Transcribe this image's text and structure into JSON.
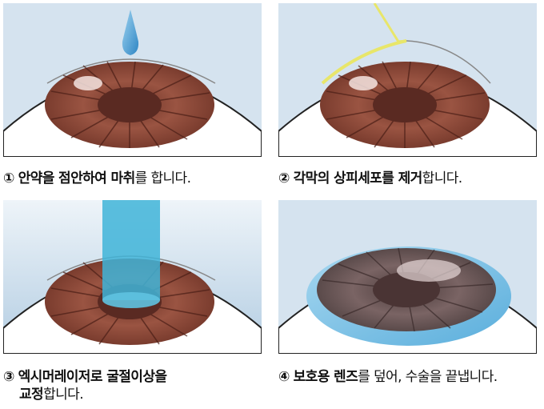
{
  "steps": [
    {
      "num": "①",
      "bold": "안약을 점안하여 마취",
      "rest": "를 합니다."
    },
    {
      "num": "②",
      "bold": "각막의 상피세포를 제거",
      "rest": "합니다."
    },
    {
      "num": "③",
      "bold": "엑시머레이저로 굴절이상을",
      "bold2": "교정",
      "rest": "합니다."
    },
    {
      "num": "④",
      "bold": "보호용 렌즈",
      "rest": "를 덮어, 수술을 끝냅니다."
    }
  ],
  "colors": {
    "panel_bg": "#d5e3ef",
    "iris": "#8a4a3a",
    "pupil": "#5a2a22",
    "drop": "#4fa3d6",
    "brush": "#e8e66a",
    "laser": "#3fb4d8",
    "lens": "#7fc4e6"
  }
}
